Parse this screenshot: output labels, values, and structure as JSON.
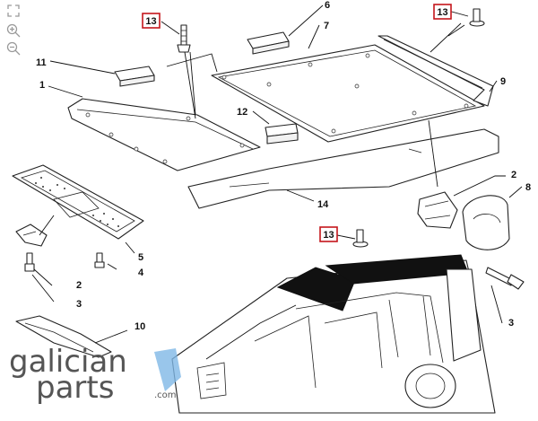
{
  "toolbar": {
    "items": [
      {
        "name": "fit-to-screen",
        "icon": "expand-icon"
      },
      {
        "name": "zoom-in",
        "icon": "zoom-in-icon"
      },
      {
        "name": "zoom-out",
        "icon": "zoom-out-icon"
      }
    ]
  },
  "callouts": {
    "c13a": "13",
    "c6": "6",
    "c7": "7",
    "c13b": "13",
    "c11": "11",
    "c1": "1",
    "c9": "9",
    "c12": "12",
    "c2a": "2",
    "c8": "8",
    "c14": "14",
    "c13c": "13",
    "c5": "5",
    "c4": "4",
    "c2b": "2",
    "c3a": "3",
    "c3b": "3",
    "c10": "10"
  },
  "watermark": {
    "line1": "galician",
    "line2": "parts",
    "suffix": ".com",
    "accent": "#7fb8e6"
  },
  "colors": {
    "highlight_box": "#c4161c",
    "linework": "#222222"
  }
}
